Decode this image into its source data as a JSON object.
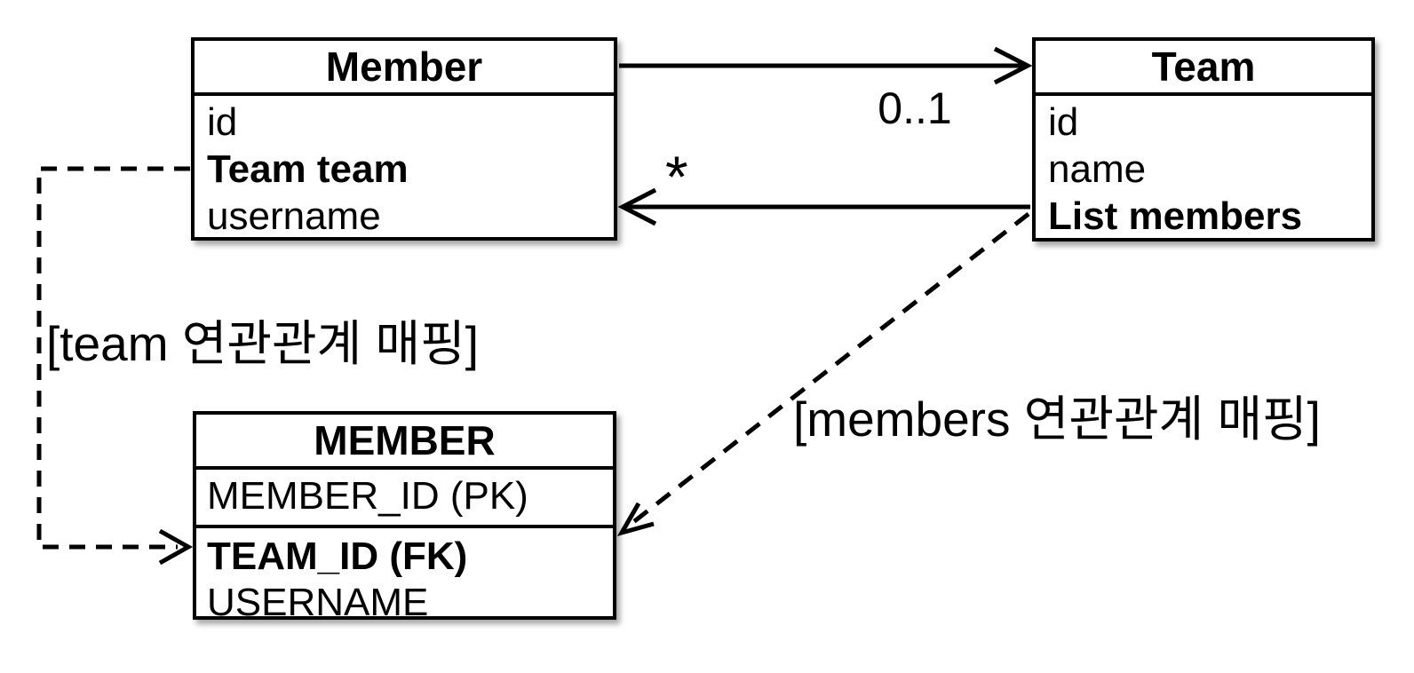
{
  "diagram": {
    "entities": {
      "member": {
        "title": "Member",
        "attributes": [
          {
            "text": "id",
            "bold": false
          },
          {
            "text": "Team team",
            "bold": true
          },
          {
            "text": "username",
            "bold": false
          }
        ]
      },
      "team": {
        "title": "Team",
        "attributes": [
          {
            "text": "id",
            "bold": false
          },
          {
            "text": "name",
            "bold": false
          },
          {
            "text": "List members",
            "bold": true
          }
        ]
      }
    },
    "table": {
      "title": "MEMBER",
      "primary_key": "MEMBER_ID (PK)",
      "foreign_key": "TEAM_ID (FK)",
      "column": "USERNAME"
    },
    "relations": {
      "member_to_team": {
        "multiplicity": "0..1",
        "style": "solid-arrow"
      },
      "team_to_member": {
        "multiplicity": "*",
        "style": "solid-arrow"
      },
      "team_field_mapping": {
        "label": "[team 연관관계 매핑]",
        "style": "dashed-arrow"
      },
      "members_field_mapping": {
        "label": "[members 연관관계 매핑]",
        "style": "dashed-arrow"
      }
    },
    "colors": {
      "line": "#000000",
      "fill": "#ffffff",
      "text": "#000000",
      "background": "#ffffff"
    }
  }
}
